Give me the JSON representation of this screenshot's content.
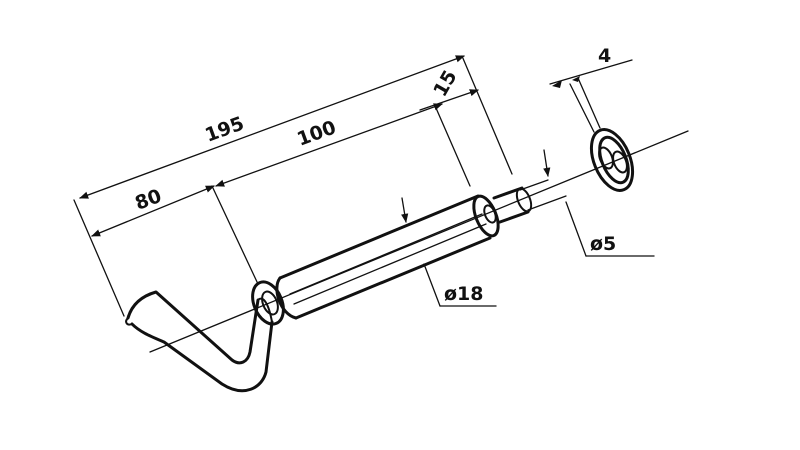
{
  "dimensions": {
    "total_length": "195",
    "handle_length": "80",
    "tube_length": "100",
    "pin_length": "15",
    "washer_thickness": "4",
    "pin_diameter": "ø5",
    "tube_diameter": "ø18"
  },
  "colors": {
    "ink": "#111111",
    "paper": "#ffffff"
  }
}
